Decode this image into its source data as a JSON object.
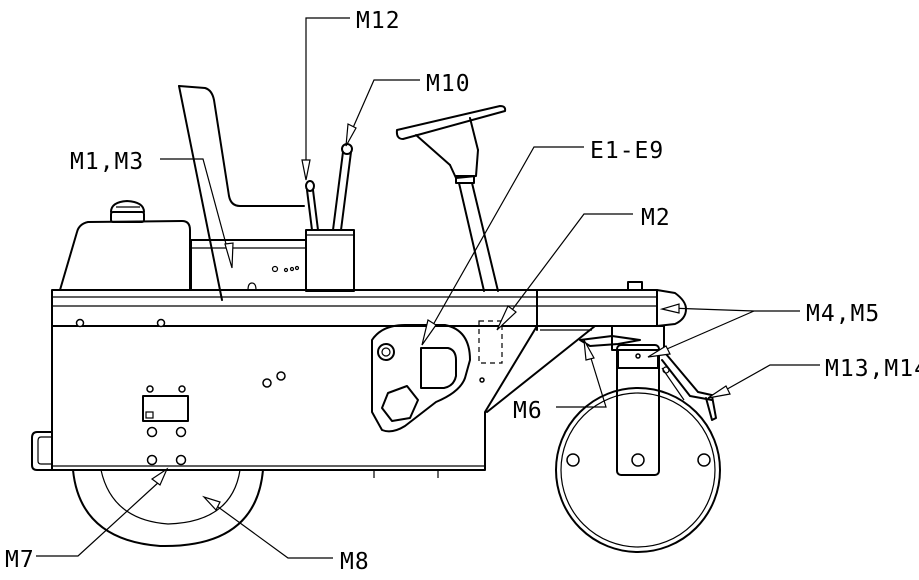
{
  "labels": {
    "m12": "M12",
    "m10": "M10",
    "m1_m3": "M1,M3",
    "e1_e9": "E1-E9",
    "m2": "M2",
    "m4_m5": "M4,M5",
    "m13_m14": "M13,M14",
    "m6": "M6",
    "m7": "M7",
    "m8": "M8"
  },
  "colors": {
    "line": "#000000",
    "background": "#ffffff"
  }
}
